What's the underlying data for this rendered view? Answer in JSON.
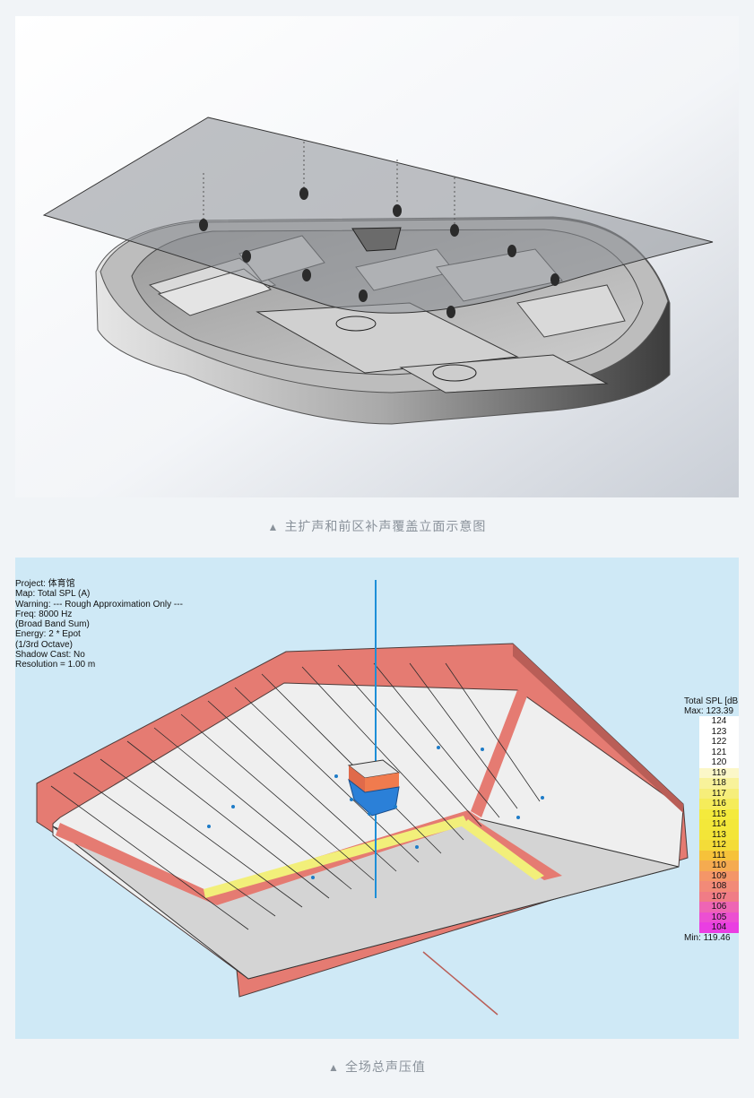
{
  "figure1": {
    "caption_marker": "▲",
    "caption": "主扩声和前区补声覆盖立面示意图"
  },
  "figure2": {
    "caption_marker": "▲",
    "caption": "全场总声压值",
    "info_lines": [
      "Project: 体育馆",
      "Map: Total SPL (A)",
      "Warning:  ---  Rough Approximation Only  ---",
      "Freq: 8000 Hz",
      "(Broad Band Sum)",
      "Energy: 2 * Epot",
      "(1/3rd Octave)",
      "Shadow Cast: No",
      "Resolution =   1.00 m"
    ],
    "legend": {
      "title": "Total SPL [dB",
      "max": "Max:  123.39",
      "min": "Min:  119.46",
      "levels": [
        {
          "value": "124",
          "color": "#ffffff"
        },
        {
          "value": "123",
          "color": "#ffffff"
        },
        {
          "value": "122",
          "color": "#ffffff"
        },
        {
          "value": "121",
          "color": "#ffffff"
        },
        {
          "value": "120",
          "color": "#ffffff"
        },
        {
          "value": "119",
          "color": "#fbf7c8"
        },
        {
          "value": "118",
          "color": "#f8f29a"
        },
        {
          "value": "117",
          "color": "#f6ee7a"
        },
        {
          "value": "116",
          "color": "#f5ec5a"
        },
        {
          "value": "115",
          "color": "#f4ea3c"
        },
        {
          "value": "114",
          "color": "#f3e83a"
        },
        {
          "value": "113",
          "color": "#f3e538"
        },
        {
          "value": "112",
          "color": "#f4dc38"
        },
        {
          "value": "111",
          "color": "#f6c23a"
        },
        {
          "value": "110",
          "color": "#f5ab50"
        },
        {
          "value": "109",
          "color": "#f49668"
        },
        {
          "value": "108",
          "color": "#f28a78"
        },
        {
          "value": "107",
          "color": "#f07c86"
        },
        {
          "value": "106",
          "color": "#ee65b4"
        },
        {
          "value": "105",
          "color": "#ec4fd2"
        },
        {
          "value": "104",
          "color": "#ea3ee2"
        }
      ]
    }
  }
}
